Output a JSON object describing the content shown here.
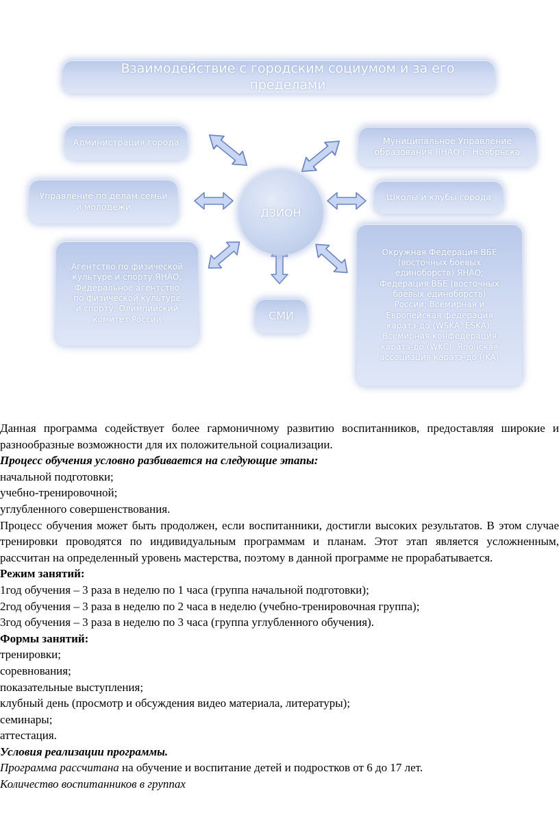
{
  "diagram": {
    "title": "Взаимодействие с городским социумом и за его пределами",
    "center": "ДЗИОН",
    "admin": "Администрация города",
    "municipal": [
      "Муниципальное Управление",
      "образования ЯНАО г. Ноябрьска"
    ],
    "family": [
      "Управление по делам семьи",
      "и молодежи"
    ],
    "schools": "Школы и клубы города",
    "agency": [
      "Агентство по физической",
      "культуре и спорту ЯНАО;",
      "Федеральное агентство",
      "по физической культуре",
      "и спорту; Олимпийский",
      "комитет России"
    ],
    "federation": [
      "Окружная Федерация ВБЕ",
      "(восточных боевых",
      "единоборств) ЯНАО;",
      "Федерация ВБЕ (восточных",
      "боевых единоборств)",
      "России; Всемирная и",
      "Европейская федерация",
      "каратэ-до (WSKA, ESKA);",
      "Всемирная конфедерация",
      "каратэ-до (WKC); Японская",
      "ассоциация каратэ-до (JKA)"
    ],
    "media": "СМИ",
    "colors": {
      "box": "#c6d4ef",
      "arrow": "#c8d6f2",
      "arrow_outline": "#6c86c4"
    }
  },
  "text": {
    "para1": "Данная программа содействует более гармоничному развитию воспитанников, предоставляя широкие и разнообразные возможности для их положительной социализации.",
    "stages_heading": "Процесс обучения условно разбивается на следующие этапы:",
    "stages": [
      "начальной подготовки;",
      "учебно-тренировочной;",
      "углубленного совершенствования."
    ],
    "para2": "Процесс обучения может быть продолжен, если воспитанники, достигли высоких результатов. В этом случае тренировки проводятся по индивидуальным программам и планам. Этот этап является усложненным, рассчитан на определенный уровень мастерства, поэтому в данной программе не прорабатывается.",
    "schedule_heading": "Режим занятий:",
    "schedule": [
      "1год обучения – 3 раза в неделю по 1 часа (группа начальной подготовки);",
      "2год обучения – 3 раза в неделю по 2 часа в неделю (учебно-тренировочная группа);",
      "3год обучения – 3 раза в неделю по 3 часа (группа углубленного обучения)."
    ],
    "forms_heading": "Формы занятий:",
    "forms": [
      "тренировки;",
      "соревнования;",
      "показательные выступления;",
      "клубный день (просмотр и обсуждения видео материала, литературы);",
      "семинары;",
      "аттестация."
    ],
    "conditions_heading": "Условия реализации программы.",
    "program_italic": "Программа рассчитана",
    "program_rest": " на обучение и воспитание детей и подростков от 6 до 17 лет.",
    "groups_italic": "Количество воспитанников в группах"
  }
}
